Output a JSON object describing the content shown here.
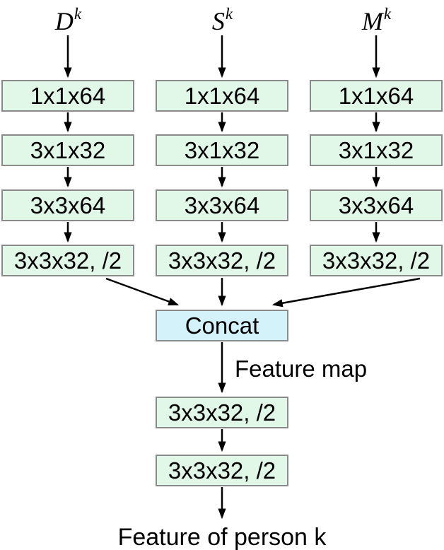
{
  "diagram": {
    "inputs": [
      {
        "base": "D",
        "sup": "k"
      },
      {
        "base": "S",
        "sup": "k"
      },
      {
        "base": "M",
        "sup": "k"
      }
    ],
    "branch_layers": [
      "1x1x64",
      "3x1x32",
      "3x3x64",
      "3x3x32, /2"
    ],
    "concat_label": "Concat",
    "feature_map_label": "Feature map",
    "tail_layers": [
      "3x3x32, /2",
      "3x3x32, /2"
    ],
    "output_label": "Feature of person k"
  },
  "colors": {
    "layer_fill": "#e1f7e7",
    "concat_fill": "#d4f2fa",
    "box_border": "#8a8a8a",
    "arrow": "#000000"
  }
}
